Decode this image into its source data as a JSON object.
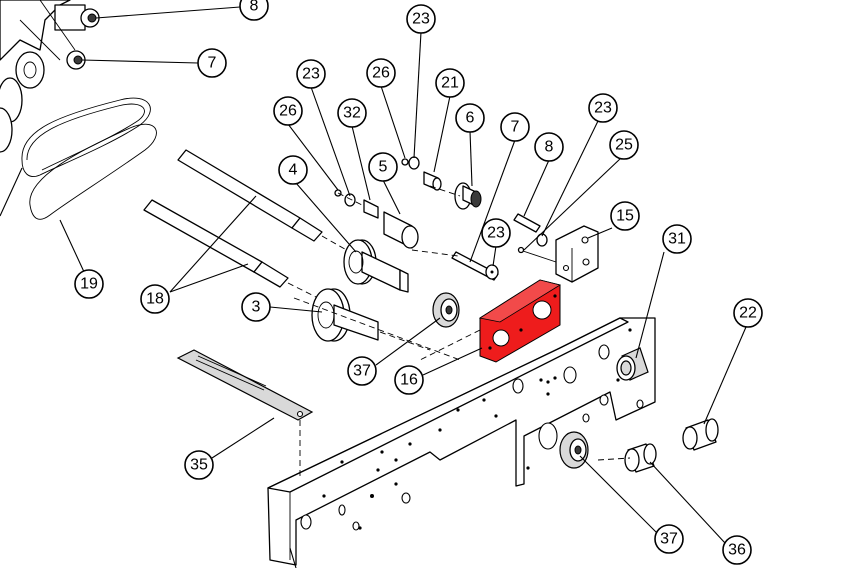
{
  "colors": {
    "highlight": "#ee1c1c",
    "line": "#000000",
    "background": "#ffffff"
  },
  "callouts": [
    {
      "id": "8-top",
      "label": "8"
    },
    {
      "id": "7-top",
      "label": "7"
    },
    {
      "id": "23-a",
      "label": "23"
    },
    {
      "id": "26-a",
      "label": "26"
    },
    {
      "id": "21",
      "label": "21"
    },
    {
      "id": "23-b",
      "label": "23"
    },
    {
      "id": "26-b",
      "label": "26"
    },
    {
      "id": "32",
      "label": "32"
    },
    {
      "id": "6",
      "label": "6"
    },
    {
      "id": "7-mid",
      "label": "7"
    },
    {
      "id": "8-mid",
      "label": "8"
    },
    {
      "id": "23-c",
      "label": "23"
    },
    {
      "id": "25",
      "label": "25"
    },
    {
      "id": "5",
      "label": "5"
    },
    {
      "id": "4",
      "label": "4"
    },
    {
      "id": "15",
      "label": "15"
    },
    {
      "id": "23-d",
      "label": "23"
    },
    {
      "id": "31",
      "label": "31"
    },
    {
      "id": "22",
      "label": "22"
    },
    {
      "id": "19",
      "label": "19"
    },
    {
      "id": "18",
      "label": "18"
    },
    {
      "id": "3",
      "label": "3"
    },
    {
      "id": "37-a",
      "label": "37"
    },
    {
      "id": "16",
      "label": "16"
    },
    {
      "id": "35",
      "label": "35"
    },
    {
      "id": "37-b",
      "label": "37"
    },
    {
      "id": "36",
      "label": "36"
    }
  ]
}
